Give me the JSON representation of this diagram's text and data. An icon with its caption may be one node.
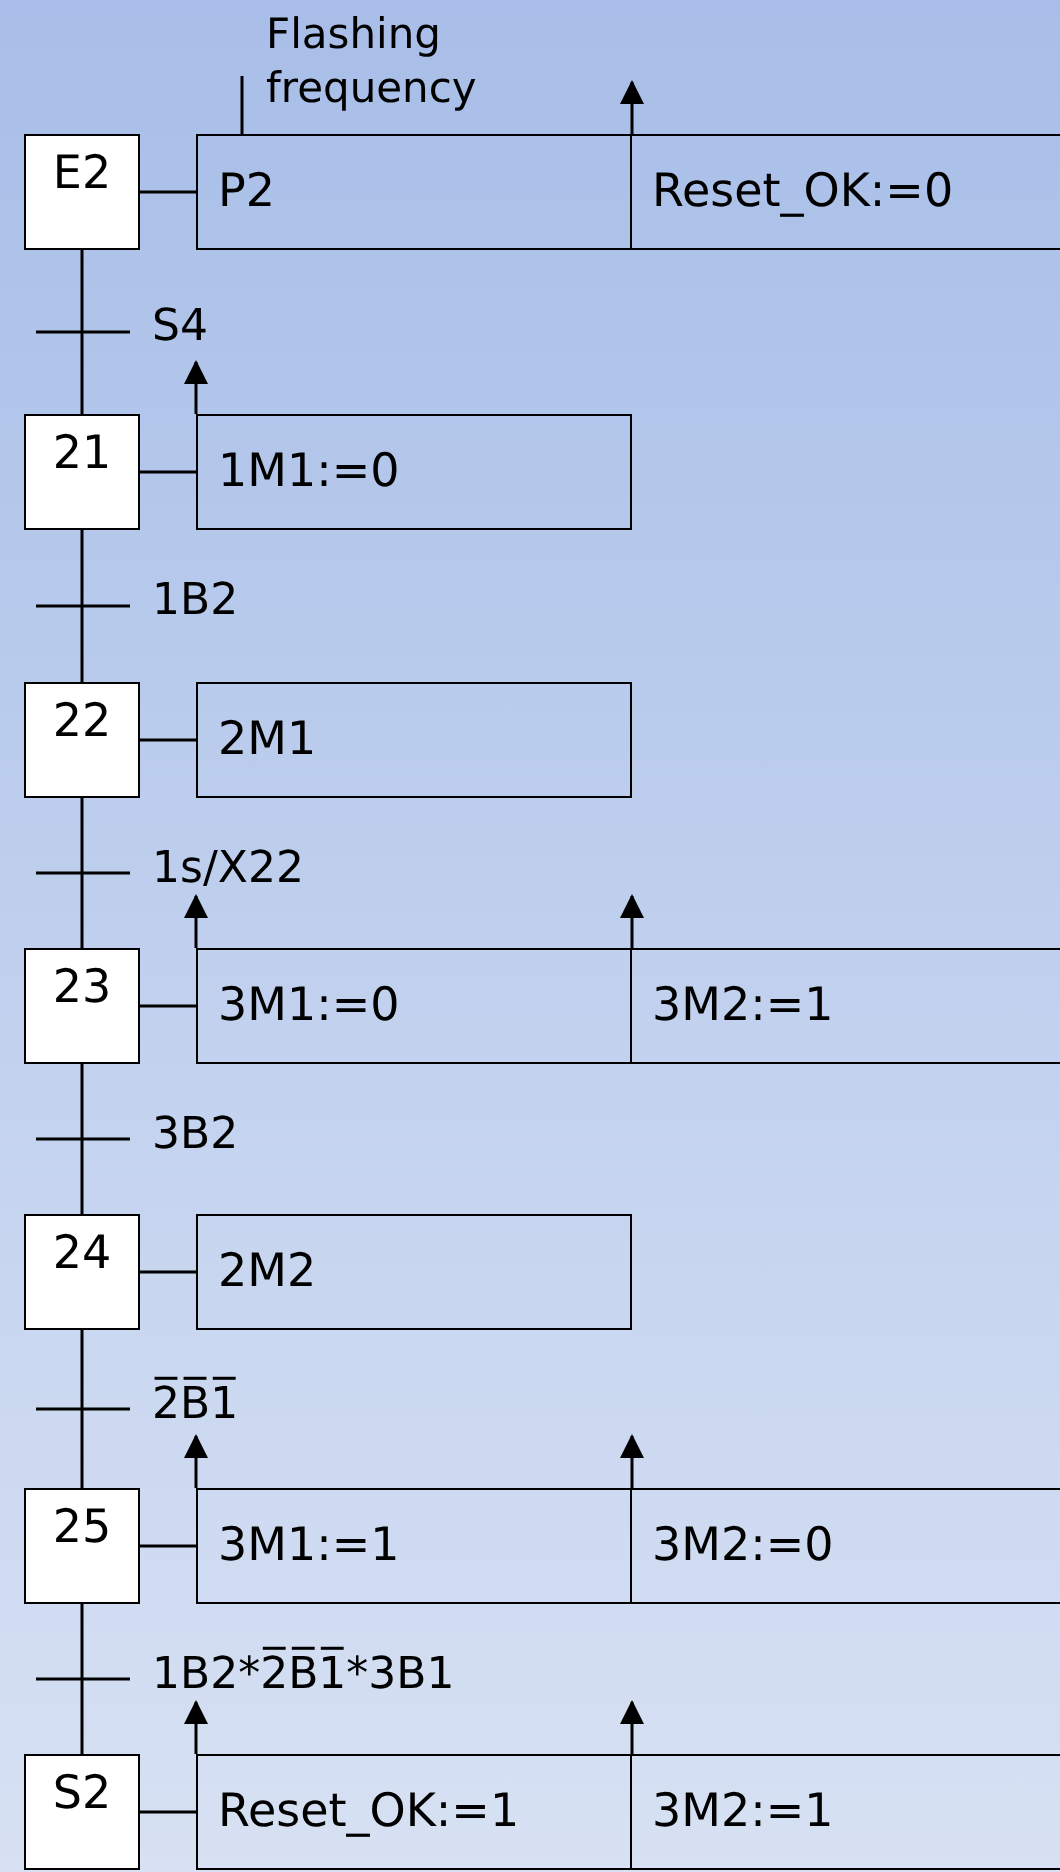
{
  "diagram": {
    "nodes": [
      {
        "text": [
          "Flashing frequency"
        ]
      },
      {
        "text": [
          "E2"
        ]
      },
      {
        "text": [
          "P2"
        ]
      },
      {
        "text": [
          "Reset_OK:=0"
        ]
      },
      {
        "text": [
          "21"
        ]
      },
      {
        "text": [
          "1M1:=0"
        ]
      },
      {
        "text": [
          "22"
        ]
      },
      {
        "text": [
          "2M1"
        ]
      },
      {
        "text": [
          "23"
        ]
      },
      {
        "text": [
          "3M1:=0"
        ]
      },
      {
        "text": [
          "3M2:=1"
        ]
      },
      {
        "text": [
          "24"
        ]
      },
      {
        "text": [
          "2M2"
        ]
      },
      {
        "text": [
          "25"
        ]
      },
      {
        "text": [
          "3M1:=1"
        ]
      },
      {
        "text": [
          "3M2:=0"
        ]
      },
      {
        "text": [
          "S2"
        ]
      },
      {
        "text": [
          "Reset_OK:=1"
        ]
      },
      {
        "text": [
          "3M2:=1"
        ]
      }
    ],
    "edges": [
      {
        "from": 0,
        "to": 2,
        "arrow": "none"
      },
      {
        "from": 1,
        "to": 2,
        "arrow": "none"
      },
      {
        "from": 3,
        "to": null,
        "arrow": "to"
      },
      {
        "from": 1,
        "to": 4,
        "arrow": "none",
        "label": "S4"
      },
      {
        "from": 4,
        "to": 5,
        "arrow": "none"
      },
      {
        "from": 5,
        "to": null,
        "arrow": "to"
      },
      {
        "from": 4,
        "to": 6,
        "arrow": "none",
        "label": "1B2"
      },
      {
        "from": 6,
        "to": 7,
        "arrow": "none"
      },
      {
        "from": 6,
        "to": 8,
        "arrow": "none",
        "label": "1s/X22"
      },
      {
        "from": 8,
        "to": 9,
        "arrow": "none"
      },
      {
        "from": 9,
        "to": null,
        "arrow": "to"
      },
      {
        "from": 10,
        "to": null,
        "arrow": "to"
      },
      {
        "from": 8,
        "to": 11,
        "arrow": "none",
        "label": "3B2"
      },
      {
        "from": 11,
        "to": 12,
        "arrow": "none"
      },
      {
        "from": 11,
        "to": 13,
        "arrow": "none",
        "label": "2̅B̅1̅"
      },
      {
        "from": 13,
        "to": 14,
        "arrow": "none"
      },
      {
        "from": 14,
        "to": null,
        "arrow": "to"
      },
      {
        "from": 15,
        "to": null,
        "arrow": "to"
      },
      {
        "from": 13,
        "to": 16,
        "arrow": "none",
        "label": "1B2*2̅B̅1̅*3B1"
      },
      {
        "from": 16,
        "to": 17,
        "arrow": "none"
      },
      {
        "from": 17,
        "to": null,
        "arrow": "to"
      },
      {
        "from": 18,
        "to": null,
        "arrow": "to"
      }
    ]
  }
}
